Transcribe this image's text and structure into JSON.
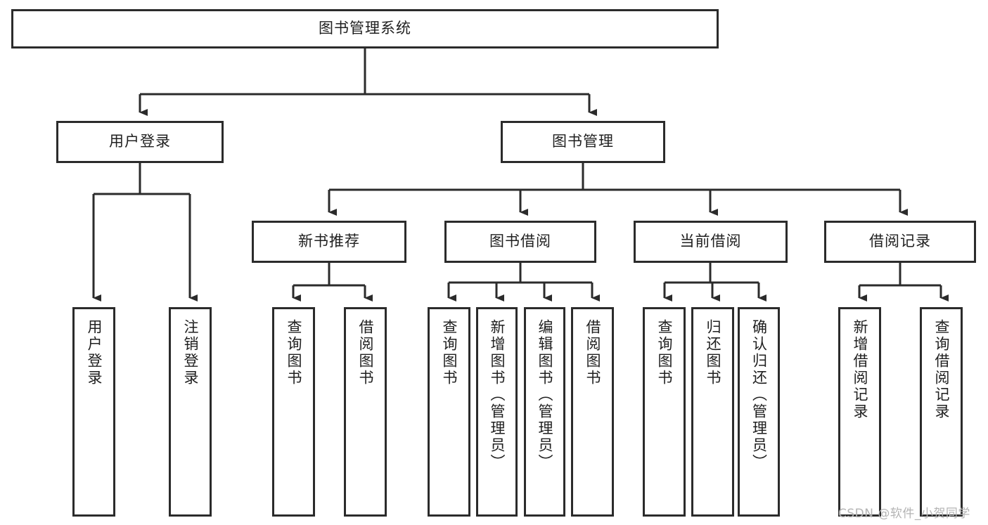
{
  "diagram": {
    "title": "图书管理系统",
    "type": "hierarchy-tree",
    "root": {
      "label": "图书管理系统"
    },
    "level1": [
      {
        "label": "用户登录"
      },
      {
        "label": "图书管理"
      }
    ],
    "level2": [
      {
        "label": "新书推荐"
      },
      {
        "label": "图书借阅"
      },
      {
        "label": "当前借阅"
      },
      {
        "label": "借阅记录"
      }
    ],
    "leaves": {
      "user_login": [
        {
          "label": "用户登录"
        },
        {
          "label": "注销登录"
        }
      ],
      "new_book_recommend": [
        {
          "label": "查询图书"
        },
        {
          "label": "借阅图书"
        }
      ],
      "book_borrow": [
        {
          "label": "查询图书"
        },
        {
          "label": "新增图书（管理员）"
        },
        {
          "label": "编辑图书（管理员）"
        },
        {
          "label": "借阅图书"
        }
      ],
      "current_borrow": [
        {
          "label": "查询图书"
        },
        {
          "label": "归还图书"
        },
        {
          "label": "确认归还（管理员）"
        }
      ],
      "borrow_record": [
        {
          "label": "新增借阅记录"
        },
        {
          "label": "查询借阅记录"
        }
      ]
    }
  },
  "watermark": {
    "text": "CSDN @软件_小贺同学"
  },
  "colors": {
    "stroke": "#2b2b2b",
    "background": "#ffffff",
    "text": "#202020",
    "watermark": "#b4b4b4"
  }
}
